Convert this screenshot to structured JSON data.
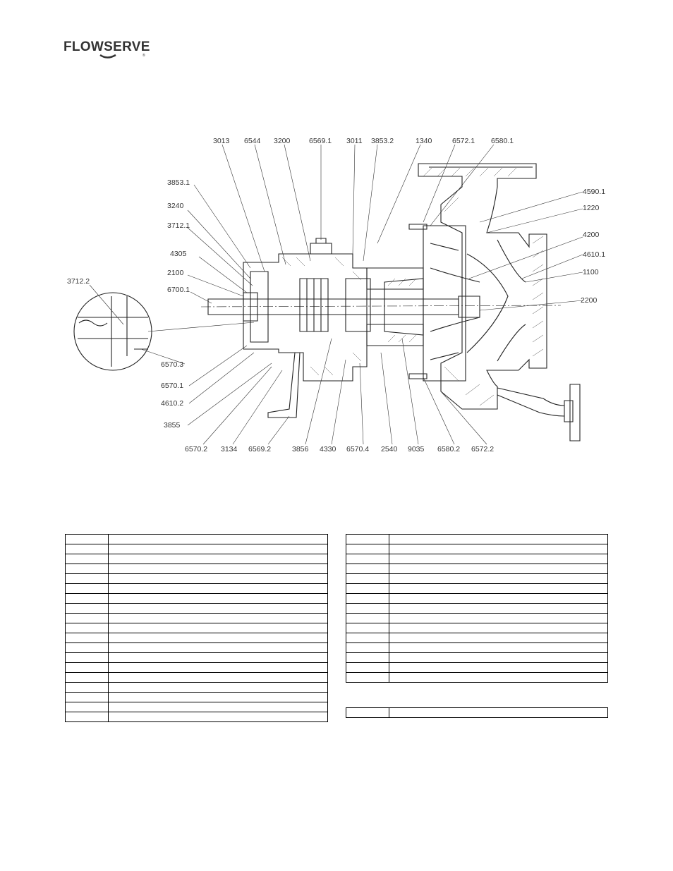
{
  "brand": {
    "logo_text": "FLOWSERVE"
  },
  "callouts_top": [
    "3013",
    "6544",
    "3200",
    "6569.1",
    "3011",
    "3853.2",
    "1340",
    "6572.1",
    "6580.1"
  ],
  "callouts_left": [
    "3853.1",
    "3240",
    "3712.1",
    "4305",
    "2100",
    "6700.1",
    "3712.2"
  ],
  "callouts_right": [
    "4590.1",
    "1220",
    "4200",
    "4610.1",
    "1100",
    "2200"
  ],
  "callouts_bottom_left": [
    "6570.3",
    "6570.1",
    "4610.2",
    "3855"
  ],
  "callouts_bottom": [
    "6570.2",
    "3134",
    "6569.2",
    "3856",
    "4330",
    "6570.4",
    "2540",
    "9035",
    "6580.2",
    "6572.2"
  ],
  "table_left_rows": 19,
  "table_right_rows": 15,
  "table_bottom_rows": 1
}
